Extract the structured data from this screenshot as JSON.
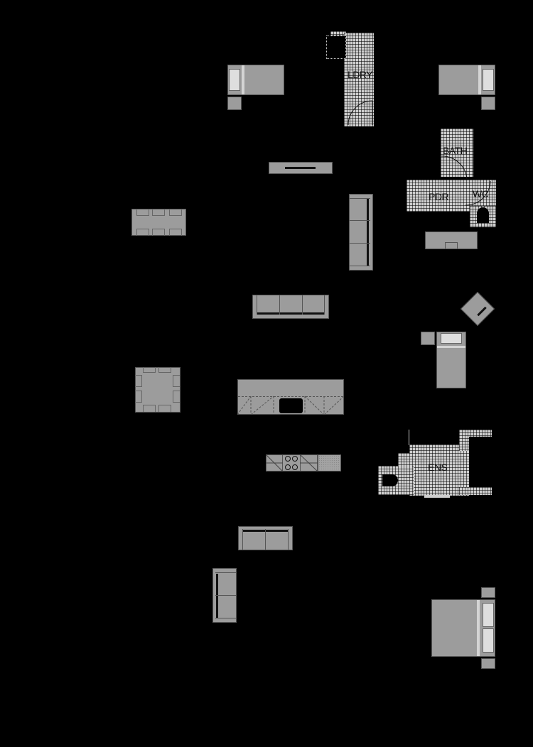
{
  "plan": {
    "background": "#000000",
    "furniture_color": "#9c9c9c",
    "pillow_color": "#dedede",
    "wet_area_color": "#cfcfcf"
  },
  "rooms": {
    "laundry": {
      "label": "LDRY"
    },
    "bath": {
      "label": "BATH"
    },
    "powder": {
      "label": "PDR"
    },
    "wc": {
      "label": "WC"
    },
    "ensuite": {
      "label": "ENS"
    }
  },
  "furniture": [
    {
      "id": "bed-top-left",
      "type": "single-bed"
    },
    {
      "id": "bed-top-right",
      "type": "single-bed"
    },
    {
      "id": "tv-unit",
      "type": "tv-unit"
    },
    {
      "id": "dining-table-rect",
      "type": "dining-table",
      "seats": 6
    },
    {
      "id": "sofa-3-vertical",
      "type": "sofa",
      "seats": 3
    },
    {
      "id": "vanity",
      "type": "vanity"
    },
    {
      "id": "sofa-3-horizontal",
      "type": "sofa",
      "seats": 3
    },
    {
      "id": "armchair-rotated",
      "type": "armchair"
    },
    {
      "id": "bed-single-mid",
      "type": "single-bed"
    },
    {
      "id": "dining-table-square",
      "type": "dining-table",
      "seats": 8
    },
    {
      "id": "kitchen-island",
      "type": "island-with-sink"
    },
    {
      "id": "kitchen-bench",
      "type": "bench-with-cooktop"
    },
    {
      "id": "sofa-2-horizontal",
      "type": "sofa",
      "seats": 2
    },
    {
      "id": "sofa-2-vertical",
      "type": "sofa",
      "seats": 2
    },
    {
      "id": "bed-double",
      "type": "double-bed"
    }
  ]
}
